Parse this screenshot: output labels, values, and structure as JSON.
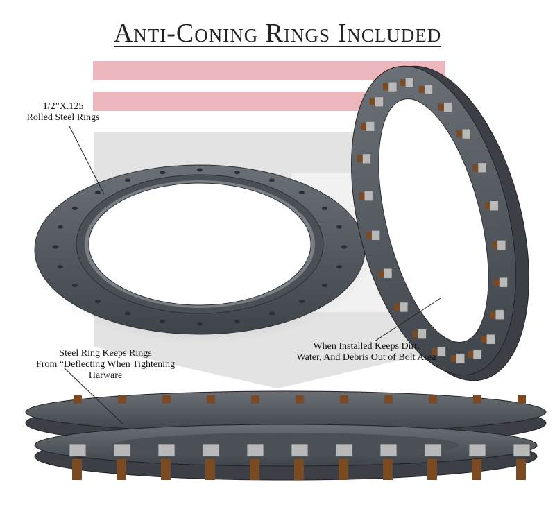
{
  "title": "Anti-Coning Rings Included",
  "callouts": {
    "rolled_rings_line1": "1/2”X.125",
    "rolled_rings_line2": "Rolled Steel Rings",
    "steel_ring_line1": "Steel Ring Keeps Rings",
    "steel_ring_line2": "From “Deflecting When Tightening",
    "steel_ring_line3": "Harware",
    "installed_line1": "When Installed Keeps Dirt,",
    "installed_line2": "Water, And Debris Out of Bolt Area"
  },
  "colors": {
    "ring_plate": "#55595f",
    "ring_plate_dark": "#3c4046",
    "watermark_red": "#e8a9b0",
    "watermark_gray": "#d6d6d6",
    "bolt": "#b9b9b9",
    "nut_bronze": "#7a4a22"
  },
  "icons": {
    "watermark": "logo-watermark"
  }
}
